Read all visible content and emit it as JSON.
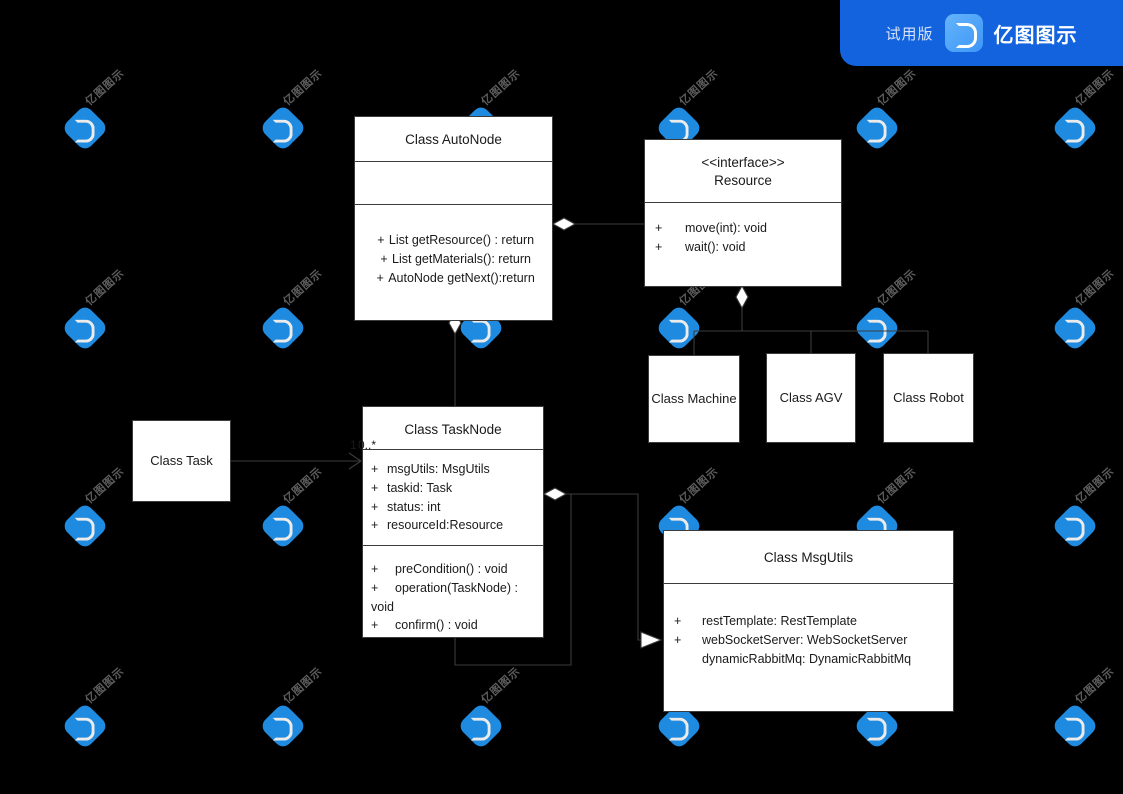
{
  "banner": {
    "trial_label": "试用版",
    "brand": "亿图图示",
    "logo_icon": "edraw-logo-icon",
    "background_color": "#1363df"
  },
  "watermark": {
    "text": "亿图图示",
    "logo_icon": "edraw-watermark-icon",
    "color": "#2196f3"
  },
  "canvas": {
    "background_color": "#000000",
    "box_fill": "#ffffff",
    "box_stroke": "#3c3c3c"
  },
  "diagram": {
    "type": "uml-class-diagram",
    "classes": [
      {
        "id": "autonode",
        "title": "Class AutoNode",
        "attributes": [],
        "methods": [
          {
            "visibility": "+",
            "text": "List getResource() : return"
          },
          {
            "visibility": "+",
            "text": "List getMaterials(): return"
          },
          {
            "visibility": "+",
            "text": "AutoNode getNext():return"
          }
        ]
      },
      {
        "id": "resource",
        "stereotype": "<<interface>>",
        "title": "Resource",
        "methods": [
          {
            "visibility": "+",
            "text": "move(int): void"
          },
          {
            "visibility": "+",
            "text": "wait(): void"
          }
        ]
      },
      {
        "id": "machine",
        "title": "Class\nMachine"
      },
      {
        "id": "agv",
        "title": "Class AGV"
      },
      {
        "id": "robot",
        "title": "Class Robot"
      },
      {
        "id": "task",
        "title": "Class Task"
      },
      {
        "id": "tasknode",
        "title": "Class TaskNode",
        "attributes": [
          {
            "visibility": "+",
            "text": "msgUtils: MsgUtils"
          },
          {
            "visibility": "+",
            "text": "taskid: Task"
          },
          {
            "visibility": "+",
            "text": "status: int"
          },
          {
            "visibility": "+",
            "text": "resourceId:Resource"
          }
        ],
        "methods": [
          {
            "visibility": "+",
            "text": "preCondition() : void"
          },
          {
            "visibility": "+",
            "text": "operation(TaskNode) :\nvoid"
          },
          {
            "visibility": "+",
            "text": "confirm() : void"
          }
        ]
      },
      {
        "id": "msgutils",
        "title": "Class MsgUtils",
        "attributes": [
          {
            "visibility": "+",
            "text": "restTemplate: RestTemplate"
          },
          {
            "visibility": "+",
            "text": "webSocketServer: WebSocketServer"
          },
          {
            "visibility": "",
            "text": "dynamicRabbitMq: DynamicRabbitMq"
          }
        ]
      }
    ],
    "edge_labels": [
      {
        "id": "task-mult",
        "text": "1"
      },
      {
        "id": "tasknode-mult",
        "text": "0..*"
      }
    ],
    "relations": [
      {
        "from": "autonode",
        "to": "resource",
        "type": "aggregation"
      },
      {
        "from": "autonode",
        "to": "tasknode",
        "type": "aggregation"
      },
      {
        "from": "resource",
        "to": "machine",
        "type": "aggregation-tree"
      },
      {
        "from": "resource",
        "to": "agv",
        "type": "aggregation-tree"
      },
      {
        "from": "resource",
        "to": "robot",
        "type": "aggregation-tree"
      },
      {
        "from": "task",
        "to": "tasknode",
        "type": "association"
      },
      {
        "from": "tasknode",
        "to": "msgutils",
        "type": "aggregation-directed"
      },
      {
        "from": "tasknode",
        "to": "tasknode",
        "type": "self-loop"
      }
    ]
  }
}
